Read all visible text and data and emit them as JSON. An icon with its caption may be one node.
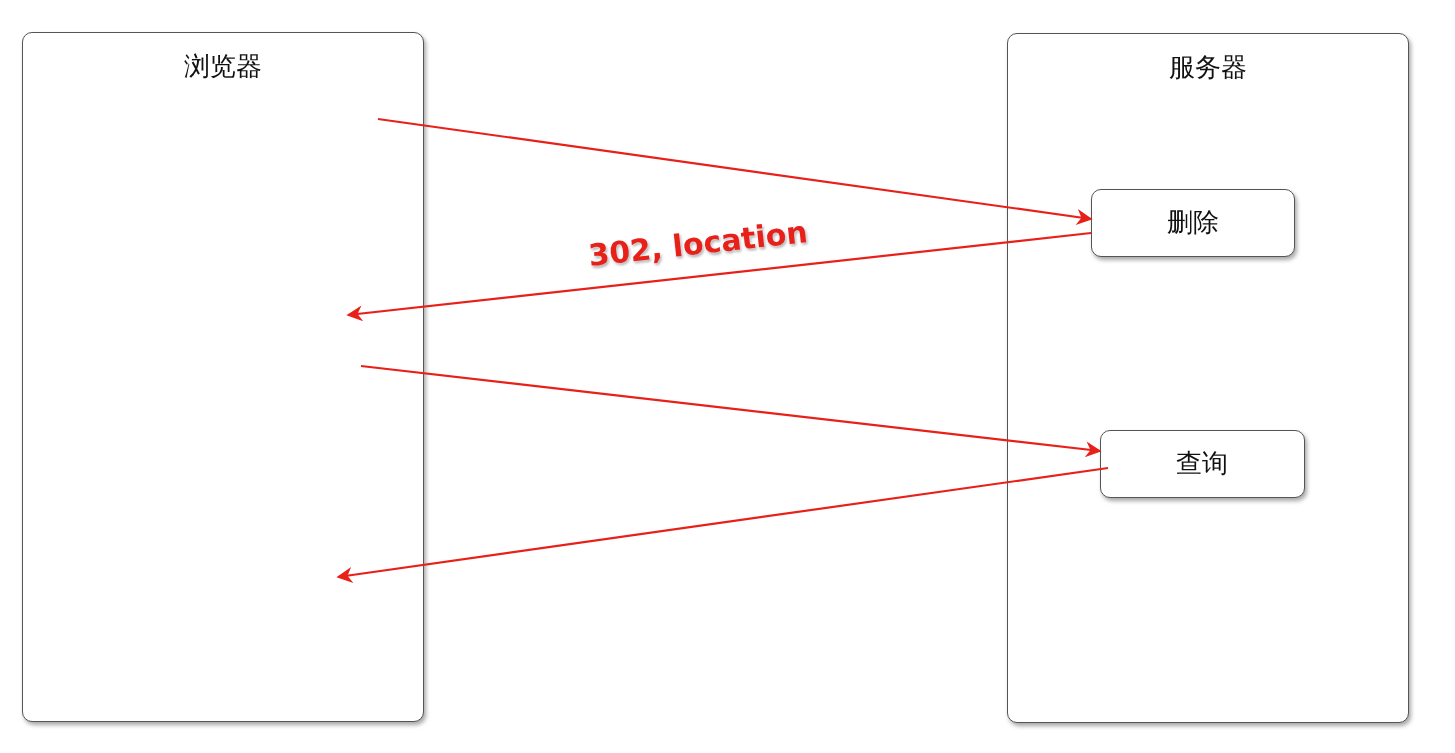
{
  "diagram": {
    "nodes": [
      {
        "text": [
          "浏览器"
        ]
      },
      {
        "text": [
          "服务器"
        ]
      },
      {
        "text": [
          "删除"
        ],
        "in": 1
      },
      {
        "text": [
          "查询"
        ],
        "in": 1
      }
    ],
    "edges": [
      {
        "from": 0,
        "to": 2,
        "arrow": "to"
      },
      {
        "from": 2,
        "to": 0,
        "arrow": "to",
        "label": "302, location"
      },
      {
        "from": 0,
        "to": 3,
        "arrow": "to"
      },
      {
        "from": 3,
        "to": 0,
        "arrow": "to"
      }
    ]
  }
}
